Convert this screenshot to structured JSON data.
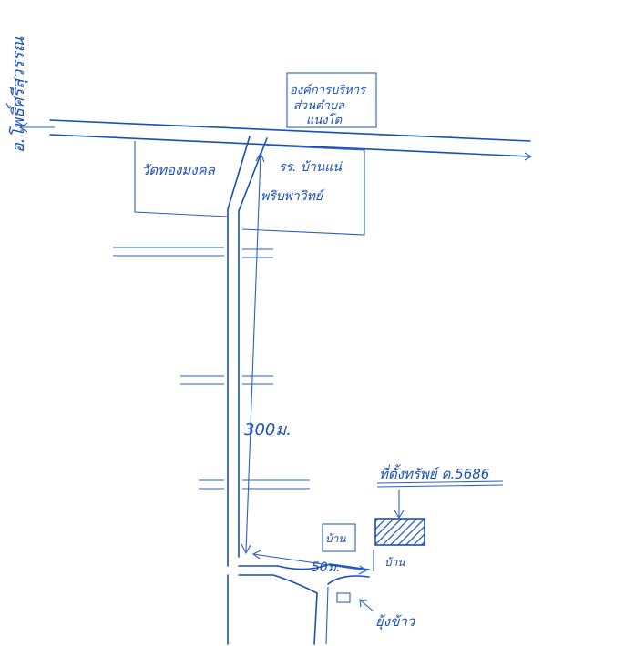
{
  "map": {
    "direction_label": "อ.โพธิ์ศรีสุวรรณ",
    "places": {
      "admin_office_line1": "องค์การบริหาร",
      "admin_office_line2": "ส่วนตำบล",
      "admin_office_line3": "แนงโต",
      "temple": "วัดทองมงคล",
      "school_line1": "รร. บ้านแน่",
      "school_line2": "พริบพาวิทย์",
      "house_1": "บ้าน",
      "house_2": "บ้าน",
      "granary": "ยุ้งข้าว"
    },
    "distances": {
      "main_road": "300ม.",
      "side_road": "50ม."
    },
    "property": {
      "label": "ที่ตั้งทรัพย์ ค.5686"
    },
    "colors": {
      "ink": "#1a4fb4"
    }
  }
}
